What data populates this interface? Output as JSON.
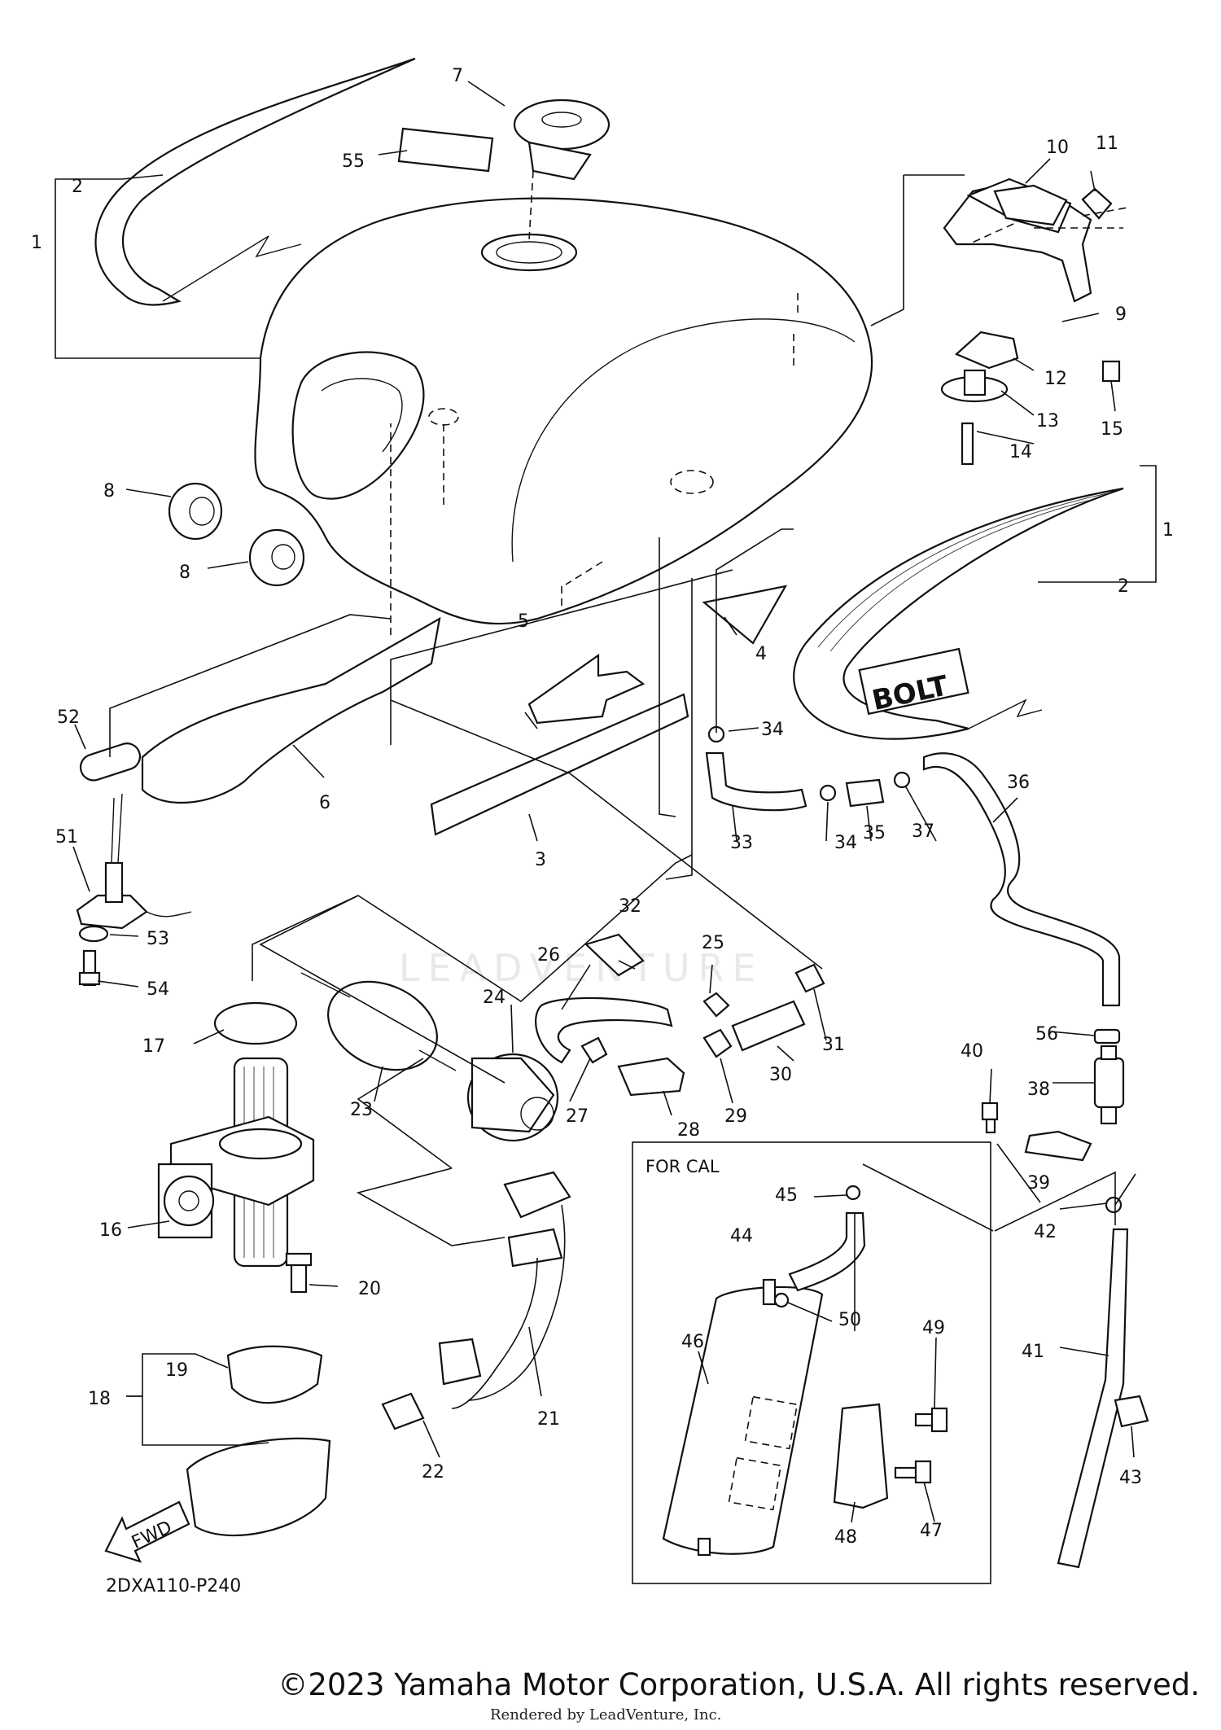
{
  "diagram": {
    "code": "2DXA110-P240",
    "inset_title": "FOR CAL",
    "watermark": "LEADVENTURE",
    "fwd_label": "FWD",
    "tank_logo": "BOLT"
  },
  "callouts": [
    {
      "id": "1a",
      "label": "1"
    },
    {
      "id": "1b",
      "label": "1"
    },
    {
      "id": "2a",
      "label": "2"
    },
    {
      "id": "2b",
      "label": "2"
    },
    {
      "id": "3",
      "label": "3"
    },
    {
      "id": "4",
      "label": "4"
    },
    {
      "id": "5",
      "label": "5"
    },
    {
      "id": "6",
      "label": "6"
    },
    {
      "id": "7",
      "label": "7"
    },
    {
      "id": "8a",
      "label": "8"
    },
    {
      "id": "8b",
      "label": "8"
    },
    {
      "id": "9",
      "label": "9"
    },
    {
      "id": "10",
      "label": "10"
    },
    {
      "id": "11",
      "label": "11"
    },
    {
      "id": "12",
      "label": "12"
    },
    {
      "id": "13",
      "label": "13"
    },
    {
      "id": "14",
      "label": "14"
    },
    {
      "id": "15",
      "label": "15"
    },
    {
      "id": "16",
      "label": "16"
    },
    {
      "id": "17",
      "label": "17"
    },
    {
      "id": "18",
      "label": "18"
    },
    {
      "id": "19",
      "label": "19"
    },
    {
      "id": "20",
      "label": "20"
    },
    {
      "id": "21",
      "label": "21"
    },
    {
      "id": "22",
      "label": "22"
    },
    {
      "id": "23",
      "label": "23"
    },
    {
      "id": "24",
      "label": "24"
    },
    {
      "id": "25",
      "label": "25"
    },
    {
      "id": "26",
      "label": "26"
    },
    {
      "id": "27",
      "label": "27"
    },
    {
      "id": "28",
      "label": "28"
    },
    {
      "id": "29",
      "label": "29"
    },
    {
      "id": "30",
      "label": "30"
    },
    {
      "id": "31",
      "label": "31"
    },
    {
      "id": "32",
      "label": "32"
    },
    {
      "id": "33",
      "label": "33"
    },
    {
      "id": "34a",
      "label": "34"
    },
    {
      "id": "34b",
      "label": "34"
    },
    {
      "id": "35",
      "label": "35"
    },
    {
      "id": "36",
      "label": "36"
    },
    {
      "id": "37",
      "label": "37"
    },
    {
      "id": "38",
      "label": "38"
    },
    {
      "id": "39",
      "label": "39"
    },
    {
      "id": "40",
      "label": "40"
    },
    {
      "id": "41",
      "label": "41"
    },
    {
      "id": "42",
      "label": "42"
    },
    {
      "id": "43",
      "label": "43"
    },
    {
      "id": "44",
      "label": "44"
    },
    {
      "id": "45",
      "label": "45"
    },
    {
      "id": "46",
      "label": "46"
    },
    {
      "id": "47",
      "label": "47"
    },
    {
      "id": "48",
      "label": "48"
    },
    {
      "id": "49",
      "label": "49"
    },
    {
      "id": "50",
      "label": "50"
    },
    {
      "id": "51",
      "label": "51"
    },
    {
      "id": "52",
      "label": "52"
    },
    {
      "id": "53",
      "label": "53"
    },
    {
      "id": "54",
      "label": "54"
    },
    {
      "id": "55",
      "label": "55"
    },
    {
      "id": "56",
      "label": "56"
    }
  ],
  "footer": {
    "copyright": "©2023 Yamaha Motor Corporation, U.S.A. All rights reserved.",
    "rendered_by": "Rendered by LeadVenture, Inc."
  }
}
